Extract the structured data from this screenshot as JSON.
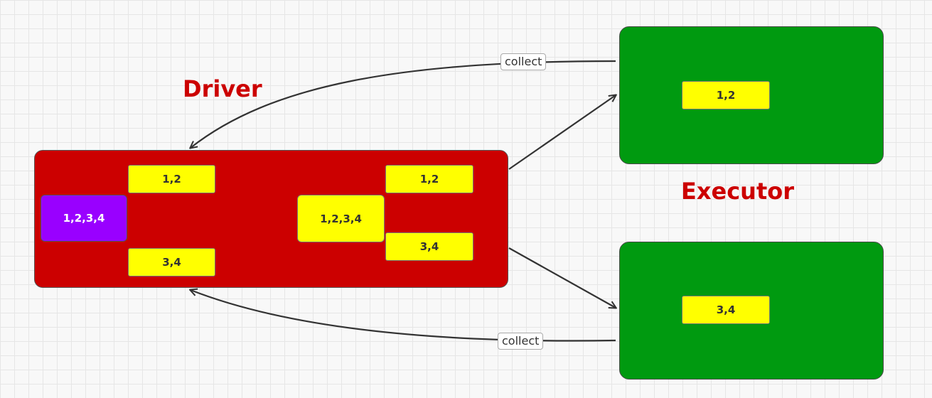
{
  "titles": {
    "driver": "Driver",
    "executor": "Executor"
  },
  "driver": {
    "purple_chip": "1,2,3,4",
    "left_top_chip": "1,2",
    "left_bottom_chip": "3,4",
    "center_chip": "1,2,3,4",
    "right_top_chip": "1,2",
    "right_bottom_chip": "3,4"
  },
  "executors": [
    {
      "chip": "1,2"
    },
    {
      "chip": "3,4"
    }
  ],
  "edges": {
    "collect_top": "collect",
    "collect_bottom": "collect"
  },
  "colors": {
    "driver": "#cc0000",
    "executor": "#009a10",
    "chip": "#ffff00",
    "merged": "#9900ff",
    "title": "#cc0000"
  }
}
